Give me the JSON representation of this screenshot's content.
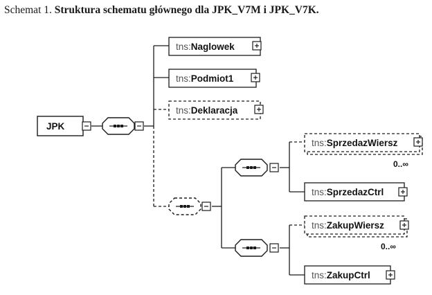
{
  "caption": {
    "prefix": "Schemat 1.",
    "title": "Struktura schematu głównego dla JPK_V7M i JPK_V7K."
  },
  "diagram": {
    "root": {
      "label": "JPK"
    },
    "elements": {
      "naglowek": {
        "prefix": "tns:",
        "name": "Naglowek"
      },
      "podmiot1": {
        "prefix": "tns:",
        "name": "Podmiot1"
      },
      "deklaracja": {
        "prefix": "tns:",
        "name": "Deklaracja"
      },
      "sprzedaz_wiersz": {
        "prefix": "tns:",
        "name": "SprzedazWiersz",
        "cardinality": "0..∞"
      },
      "sprzedaz_ctrl": {
        "prefix": "tns:",
        "name": "SprzedazCtrl"
      },
      "zakup_wiersz": {
        "prefix": "tns:",
        "name": "ZakupWiersz",
        "cardinality": "0..∞"
      },
      "zakup_ctrl": {
        "prefix": "tns:",
        "name": "ZakupCtrl"
      }
    },
    "icons": {
      "expand": "plus-box-icon",
      "collapse": "minus-box-icon",
      "compositor": "sequence-icon"
    }
  }
}
